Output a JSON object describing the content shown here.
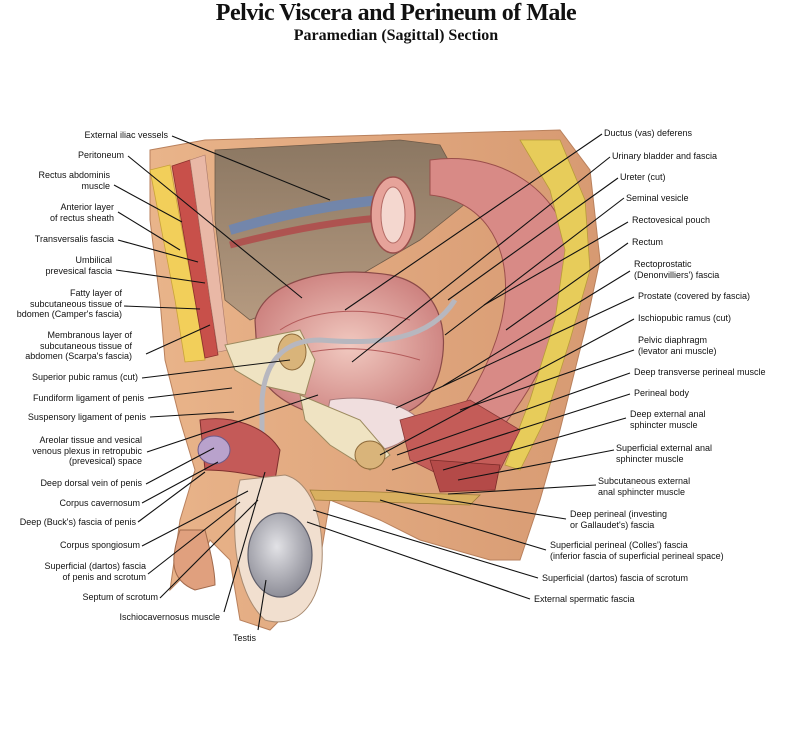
{
  "title": "Pelvic Viscera and Perineum of Male",
  "subtitle": "Paramedian (Sagittal) Section",
  "labels_left": [
    "External iliac vessels",
    "Peritoneum",
    "Rectus abdominis\nmuscle",
    "Anterior layer\nof rectus sheath",
    "Transversalis fascia",
    "Umbilical\nprevesical fascia",
    "Fatty layer of\nsubcutaneous tissue of\nbdomen (Camper's fascia)",
    "Membranous layer of\nsubcutaneous tissue of\nabdomen (Scarpa's fascia)",
    "Superior pubic ramus (cut)",
    "Fundiform ligament of penis",
    "Suspensory ligament of penis",
    "Areolar tissue and vesical\nvenous plexus in retropubic\n(prevesical) space",
    "Deep dorsal vein of penis",
    "Corpus cavernosum",
    "Deep (Buck's) fascia of penis",
    "Corpus spongiosum",
    "Superficial (dartos) fascia\nof penis and scrotum",
    "Septum of scrotum",
    "Ischiocavernosus muscle",
    "Testis"
  ],
  "labels_right": [
    "Ductus (vas) deferens",
    "Urinary bladder and fascia",
    "Ureter (cut)",
    "Seminal vesicle",
    "Rectovesical pouch",
    "Rectum",
    "Rectoprostatic\n(Denonvilliers') fascia",
    "Prostate (covered by fascia)",
    "Ischiopubic ramus (cut)",
    "Pelvic diaphragm\n(levator ani muscle)",
    "Deep transverse perineal muscle",
    "Perineal body",
    "Deep external anal\nsphincter muscle",
    "Superficial external anal\nsphincter muscle",
    "Subcutaneous external\nanal sphincter muscle",
    "Deep perineal (investing\nor Gallaudet's) fascia",
    "Superficial perineal (Colles') fascia\n(inferior fascia of superficial perineal space)",
    "Superficial (dartos) fascia of scrotum",
    "External spermatic fascia"
  ]
}
